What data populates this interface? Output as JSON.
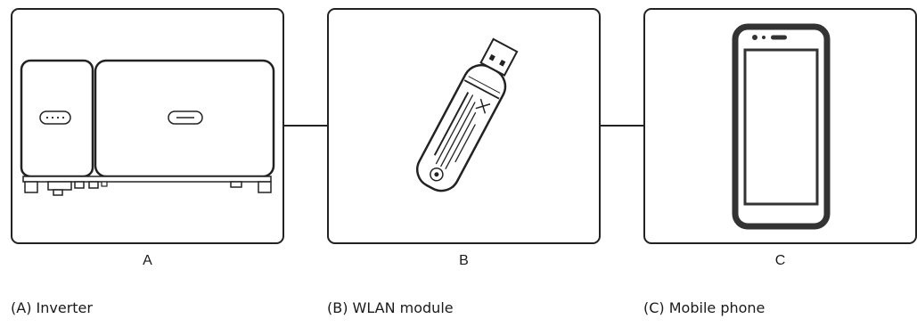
{
  "panels": [
    {
      "letter": "A",
      "caption": "(A) Inverter",
      "device": "inverter-icon"
    },
    {
      "letter": "B",
      "caption": "(B) WLAN module",
      "device": "wlan-dongle-icon"
    },
    {
      "letter": "C",
      "caption": "(C) Mobile phone",
      "device": "mobile-phone-icon"
    }
  ],
  "colors": {
    "stroke": "#222222",
    "background": "#ffffff"
  }
}
